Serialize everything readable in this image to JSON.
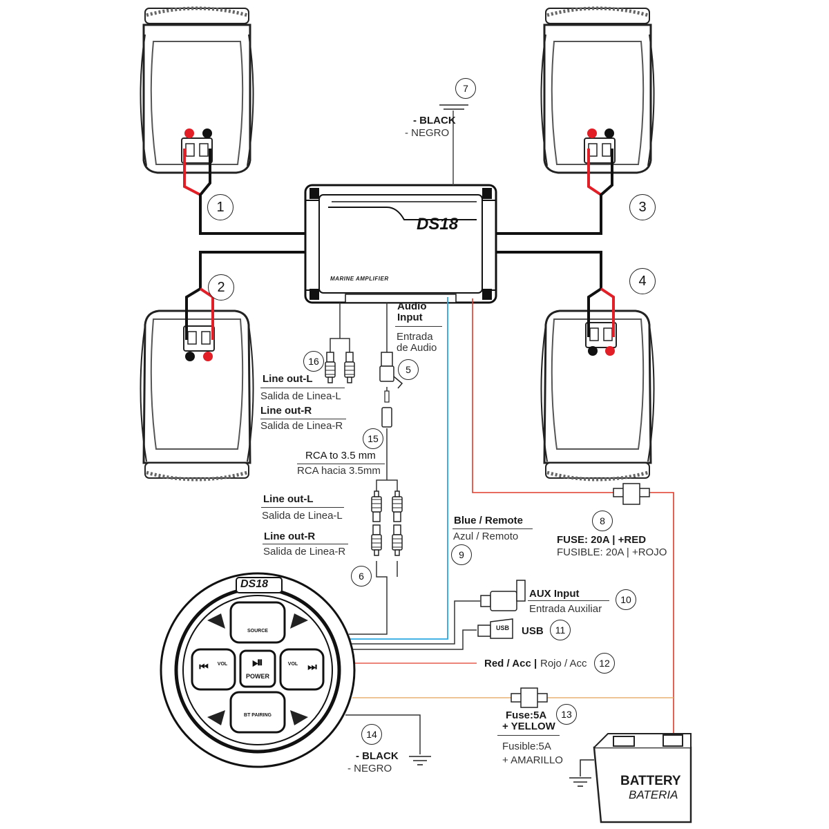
{
  "amplifier": {
    "brand": "DS18",
    "model_text": "MARINE AMPLIFIER"
  },
  "controller": {
    "brand": "DS18",
    "source_label": "SOURCE",
    "power_label": "POWER",
    "bt_label": "BT PAIRING",
    "vol_minus": "VOL",
    "vol_plus": "VOL",
    "prev_glyph": "⏮",
    "next_glyph": "⏭",
    "play_glyph": "⏯"
  },
  "ground_top": {
    "en": "- BLACK",
    "es": "- NEGRO"
  },
  "ground_bottom": {
    "en": "- BLACK",
    "es": "- NEGRO"
  },
  "audio_input": {
    "en_line1": "Audio",
    "en_line2": "Input",
    "es_line1": "Entrada",
    "es_line2": "de Audio"
  },
  "line_out_a": {
    "l_en": "Line out-L",
    "l_es": "Salida de Linea-L",
    "r_en": "Line out-R",
    "r_es": "Salida de Linea-R"
  },
  "rca_cable": {
    "en": "RCA to 3.5 mm",
    "es": "RCA hacia 3.5mm"
  },
  "line_out_b": {
    "l_en": "Line out-L",
    "l_es": "Salida de Linea-L",
    "r_en": "Line out-R",
    "r_es": "Salida de Linea-R"
  },
  "remote": {
    "en": "Blue / Remote",
    "es": "Azul / Remoto"
  },
  "fuse_main": {
    "en": "FUSE: 20A | +RED",
    "es": "FUSIBLE: 20A | +ROJO"
  },
  "aux": {
    "en": "AUX Input",
    "es": "Entrada Auxiliar"
  },
  "usb": {
    "label": "USB",
    "plug_text": "USB"
  },
  "acc": {
    "en": "Red / Acc |",
    "es": "Rojo / Acc"
  },
  "fuse_small": {
    "en_line1": "Fuse:5A",
    "en_line2": "+ YELLOW",
    "es_line1": "Fusible:5A",
    "es_line2": "+ AMARILLO"
  },
  "battery": {
    "en": "BATTERY",
    "es": "BATERIA"
  },
  "markers": [
    "1",
    "2",
    "3",
    "4",
    "5",
    "6",
    "7",
    "8",
    "9",
    "10",
    "11",
    "12",
    "13",
    "14",
    "15",
    "16"
  ],
  "colors": {
    "positive": "#e21e26",
    "negative": "#111111",
    "remote": "#2aa8e0",
    "acc": "#e03a2a",
    "yellow": "#e8b070"
  }
}
